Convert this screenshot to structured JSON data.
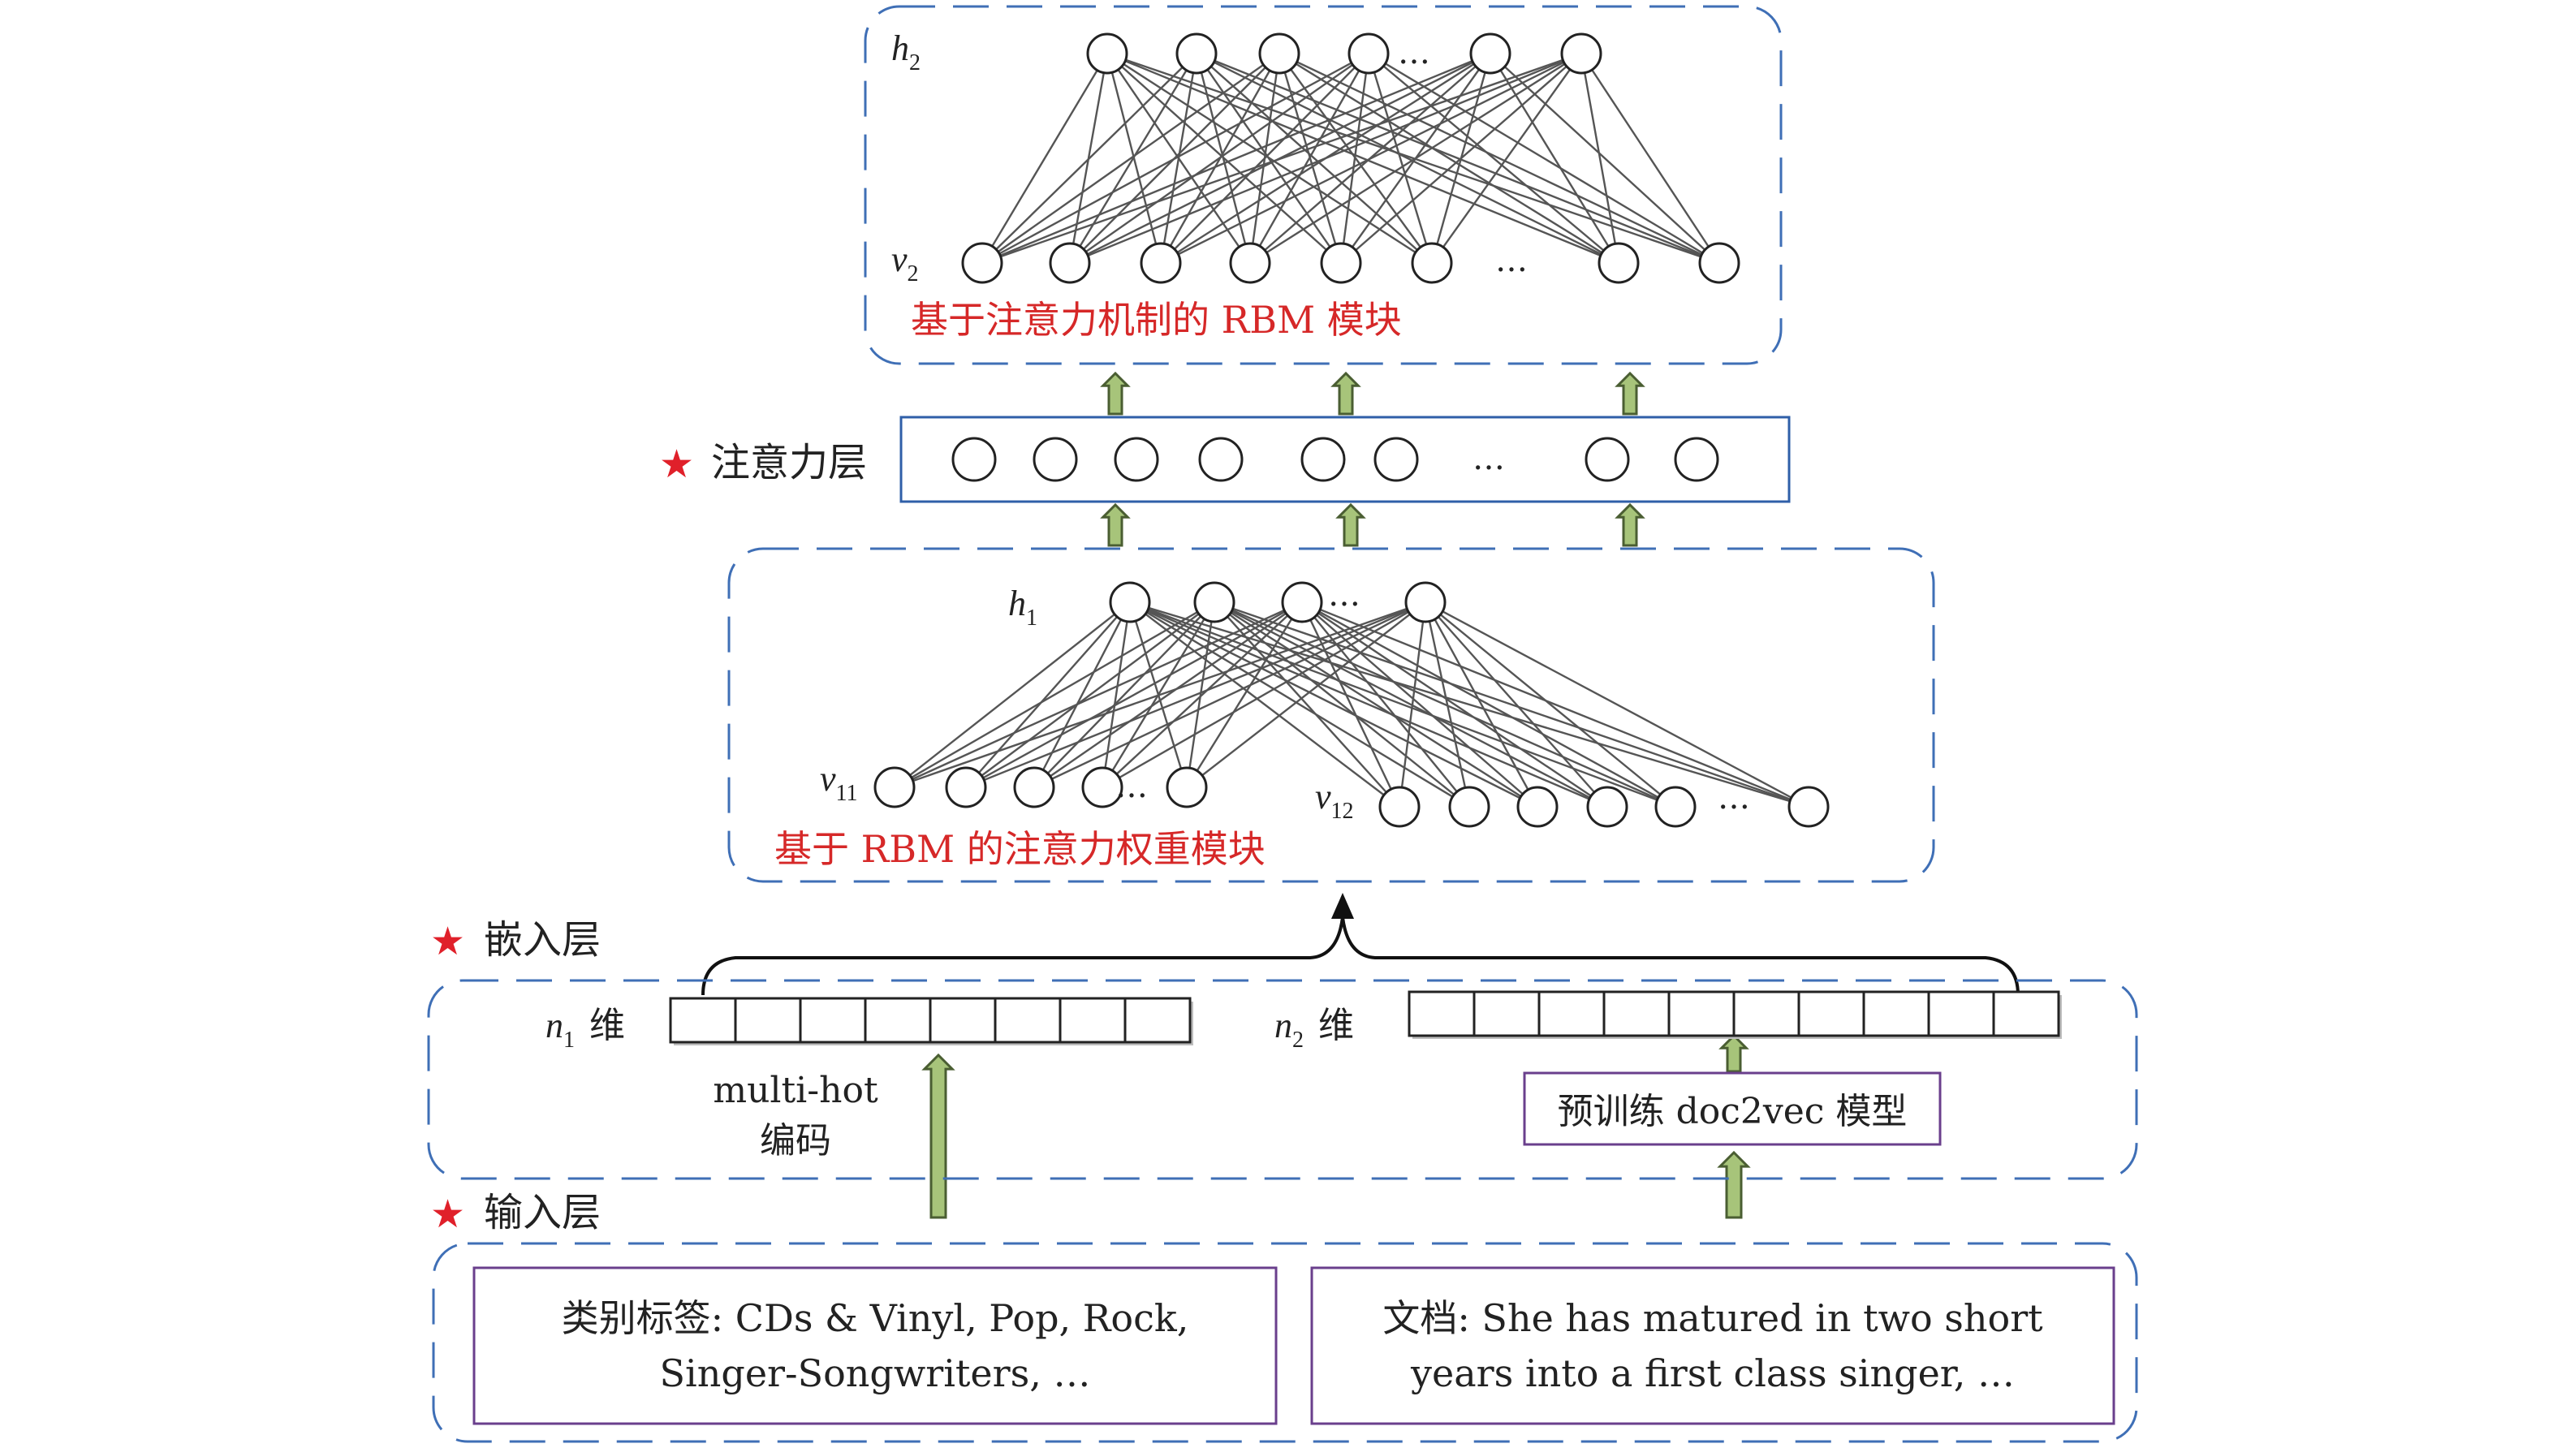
{
  "modules": {
    "top_label": "基于注意力机制的 RBM 模块",
    "mid_label": "基于 RBM 的注意力权重模块"
  },
  "layers": {
    "attention": "注意力层",
    "embedding": "嵌入层",
    "input": "输入层"
  },
  "variables": {
    "h2": "h",
    "h2_sub": "2",
    "v2": "v",
    "v2_sub": "2",
    "h1": "h",
    "h1_sub": "1",
    "v11": "v",
    "v11_sub": "11",
    "v12": "v",
    "v12_sub": "12",
    "n1": "n",
    "n1_sub": "1",
    "n1_suffix": "维",
    "n2": "n",
    "n2_sub": "2",
    "n2_suffix": "维"
  },
  "ellipsis": "…",
  "embedding": {
    "multihot_line1": "multi-hot",
    "multihot_line2": "编码",
    "doc2vec": "预训练  doc2vec 模型"
  },
  "inputs": {
    "left_line1": "类别标签: CDs & Vinyl, Pop, Rock,",
    "left_line2": "Singer-Songwriters, …",
    "right_line1": "文档: She has matured in two short",
    "right_line2": "years into a first class singer, …"
  },
  "colors": {
    "dash_border": "#3f6fb6",
    "attention_border": "#2f5fa8",
    "red_text": "#d62828",
    "star": "#e0202a",
    "arrow_fill": "#a7c47a",
    "arrow_stroke": "#4a5e32",
    "box_border": "#6a3f8c",
    "edge": "#555555"
  }
}
